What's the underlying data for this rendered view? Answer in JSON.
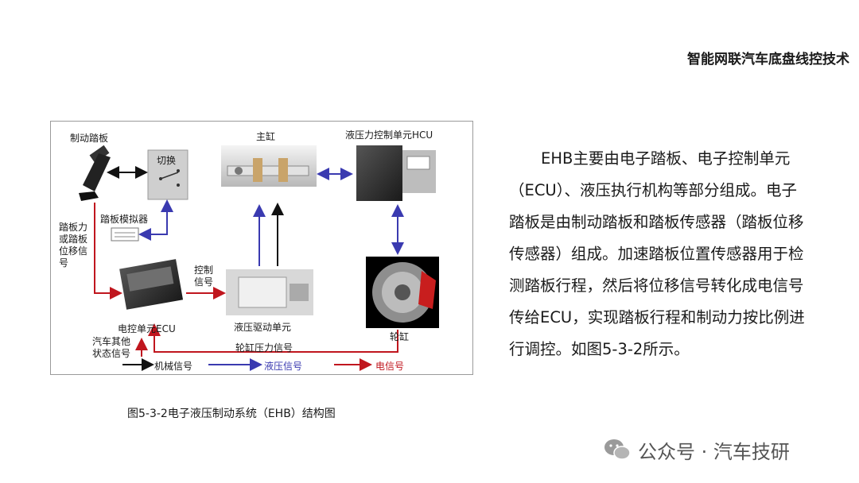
{
  "header": {
    "title": "智能网联汽车底盘线控技术"
  },
  "figure": {
    "labels": {
      "brake_pedal": "制动踏板",
      "switch": "切换",
      "pedal_simulator": "踏板模拟器",
      "pedal_signal": "踏板力\n或踏板\n位移信\n号",
      "master_cylinder": "主缸",
      "hcu": "液压力控制单元HCU",
      "control_signal": "控制\n信号",
      "ecu": "电控单元ECU",
      "hydraulic_drive": "液压驱动单元",
      "wheel_cylinder": "轮缸",
      "wheel_pressure_signal": "轮缸压力信号",
      "other_status": "汽车其他\n状态信号"
    },
    "legend": {
      "mechanical": "机械信号",
      "hydraulic": "液压信号",
      "electrical": "电信号"
    },
    "colors": {
      "mechanical": "#111111",
      "hydraulic": "#3a3ab0",
      "electrical": "#c0161e"
    }
  },
  "caption": "图5-3-2电子液压制动系统（EHB）结构图",
  "body_text": "EHB主要由电子踏板、电子控制单元（ECU）、液压执行机构等部分组成。电子踏板是由制动踏板和踏板传感器（踏板位移传感器）组成。加速踏板位置传感器用于检测踏板行程，然后将位移信号转化成电信号传给ECU，实现踏板行程和制动力按比例进行调控。如图5-3-2所示。",
  "watermark": {
    "text": "公众号 · 汽车技研",
    "icon": "wechat-icon"
  }
}
